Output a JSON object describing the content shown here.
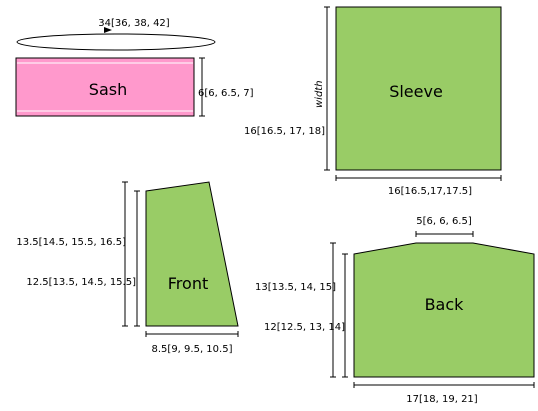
{
  "colors": {
    "sash_fill": "#ff99cc",
    "piece_fill": "#99cc66",
    "outline": "#000000"
  },
  "sash": {
    "name": "Sash",
    "circumference": "34[36, 38, 42]",
    "height": "6[6, 6.5, 7]"
  },
  "sleeve": {
    "name": "Sleeve",
    "width_word": "width",
    "length": "16[16.5, 17, 18]",
    "bottom": "16[16.5,17,17.5]"
  },
  "front": {
    "name": "Front",
    "outer_height": "13.5[14.5, 15.5, 16.5]",
    "inner_height": "12.5[13.5, 14.5, 15.5]",
    "bottom": "8.5[9, 9.5, 10.5]"
  },
  "back": {
    "name": "Back",
    "neck": "5[6, 6, 6.5]",
    "outer_height": "13[13.5, 14, 15]",
    "inner_height": "12[12.5, 13, 14]",
    "bottom": "17[18, 19, 21]"
  }
}
